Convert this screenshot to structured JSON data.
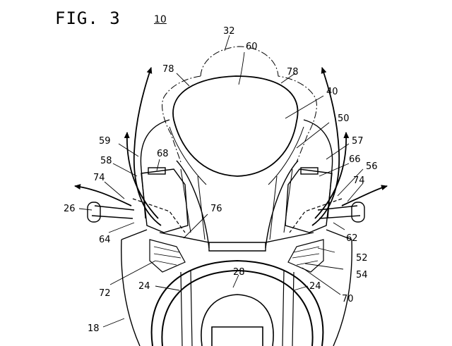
{
  "figure": {
    "title": "FIG. 3",
    "reference": "10"
  },
  "labels": {
    "l32": "32",
    "l60": "60",
    "l78a": "78",
    "l78b": "78",
    "l40": "40",
    "l50": "50",
    "l59": "59",
    "l57": "57",
    "l58": "58",
    "l68": "68",
    "l66": "66",
    "l56": "56",
    "l74a": "74",
    "l74b": "74",
    "l26": "26",
    "l76": "76",
    "l62": "62",
    "l64": "64",
    "l52": "52",
    "l54": "54",
    "l28": "28",
    "l72": "72",
    "l24a": "24",
    "l24b": "24",
    "l70": "70",
    "l18": "18"
  }
}
